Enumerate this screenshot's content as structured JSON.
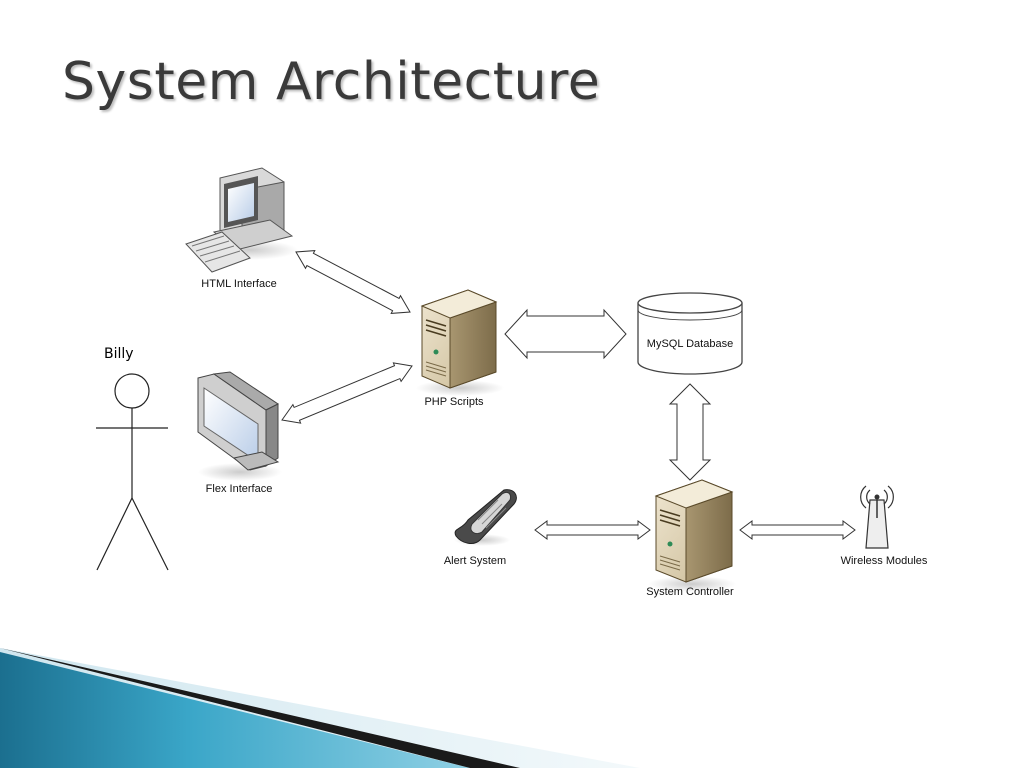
{
  "slide": {
    "title": "System Architecture"
  },
  "diagram": {
    "actor": {
      "label": "Billy"
    },
    "nodes": {
      "html_interface": {
        "label": "HTML Interface",
        "icon": "desktop-computer-icon"
      },
      "flex_interface": {
        "label": "Flex Interface",
        "icon": "monitor-icon"
      },
      "php_scripts": {
        "label": "PHP Scripts",
        "icon": "server-icon"
      },
      "mysql_database": {
        "label": "MySQL Database",
        "icon": "database-icon"
      },
      "alert_system": {
        "label": "Alert System",
        "icon": "mobile-phone-icon"
      },
      "system_controller": {
        "label": "System Controller",
        "icon": "server-icon"
      },
      "wireless_modules": {
        "label": "Wireless Modules",
        "icon": "antenna-icon"
      }
    },
    "edges": [
      {
        "from": "html_interface",
        "to": "php_scripts",
        "direction": "both"
      },
      {
        "from": "flex_interface",
        "to": "php_scripts",
        "direction": "both"
      },
      {
        "from": "php_scripts",
        "to": "mysql_database",
        "direction": "both"
      },
      {
        "from": "mysql_database",
        "to": "system_controller",
        "direction": "both"
      },
      {
        "from": "alert_system",
        "to": "system_controller",
        "direction": "both"
      },
      {
        "from": "system_controller",
        "to": "wireless_modules",
        "direction": "both"
      }
    ]
  },
  "colors": {
    "title": "#3a3a3a",
    "accent_teal": "#2b8fb0",
    "server_body": "#d8ccb0"
  }
}
